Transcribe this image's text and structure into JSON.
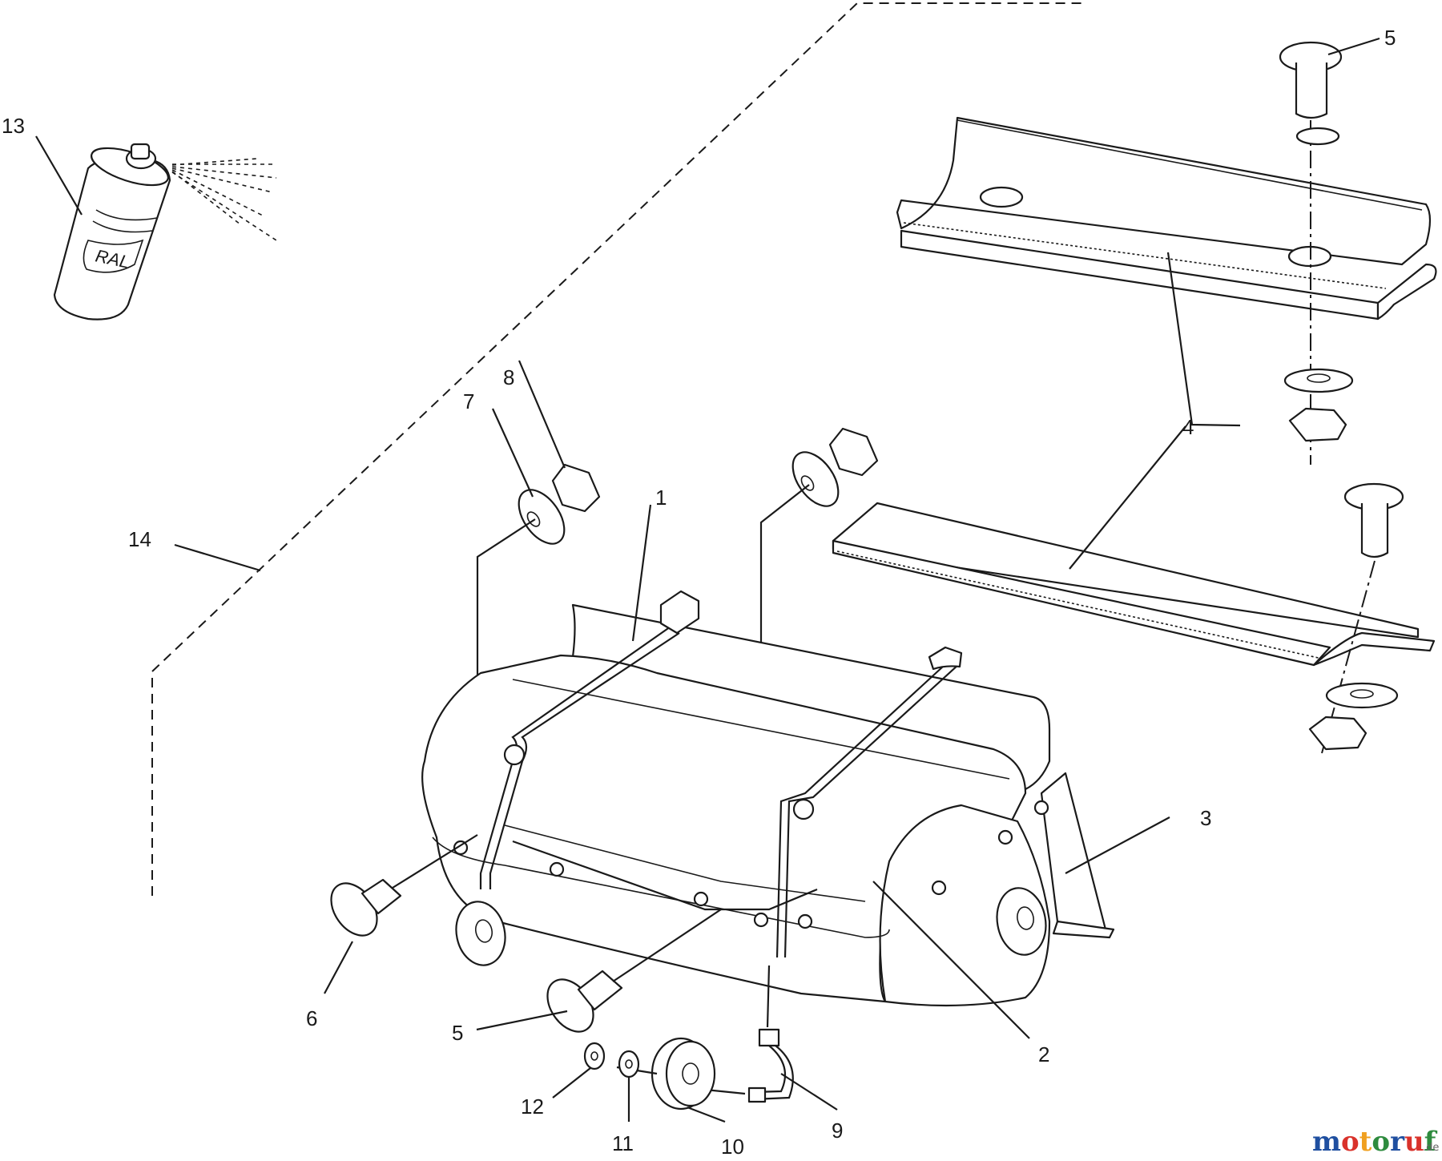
{
  "diagram": {
    "part_labels": {
      "p1": "1",
      "p2": "2",
      "p3": "3",
      "p4a": "4",
      "p5a": "5",
      "p5b": "5",
      "p6": "6",
      "p7": "7",
      "p8": "8",
      "p9": "9",
      "p10": "10",
      "p11": "11",
      "p12": "12",
      "p13": "13",
      "p14": "14"
    },
    "spray_can_text": "RAL",
    "watermark": {
      "letters": [
        "m",
        "o",
        "t",
        "o",
        "r",
        "u",
        "f"
      ],
      "letter_colors": [
        "#1f4fa0",
        "#d9322b",
        "#f0a020",
        "#2e8b3e",
        "#1f4fa0",
        "#d9322b",
        "#2e8b3e"
      ],
      "suffix": ".de"
    }
  }
}
